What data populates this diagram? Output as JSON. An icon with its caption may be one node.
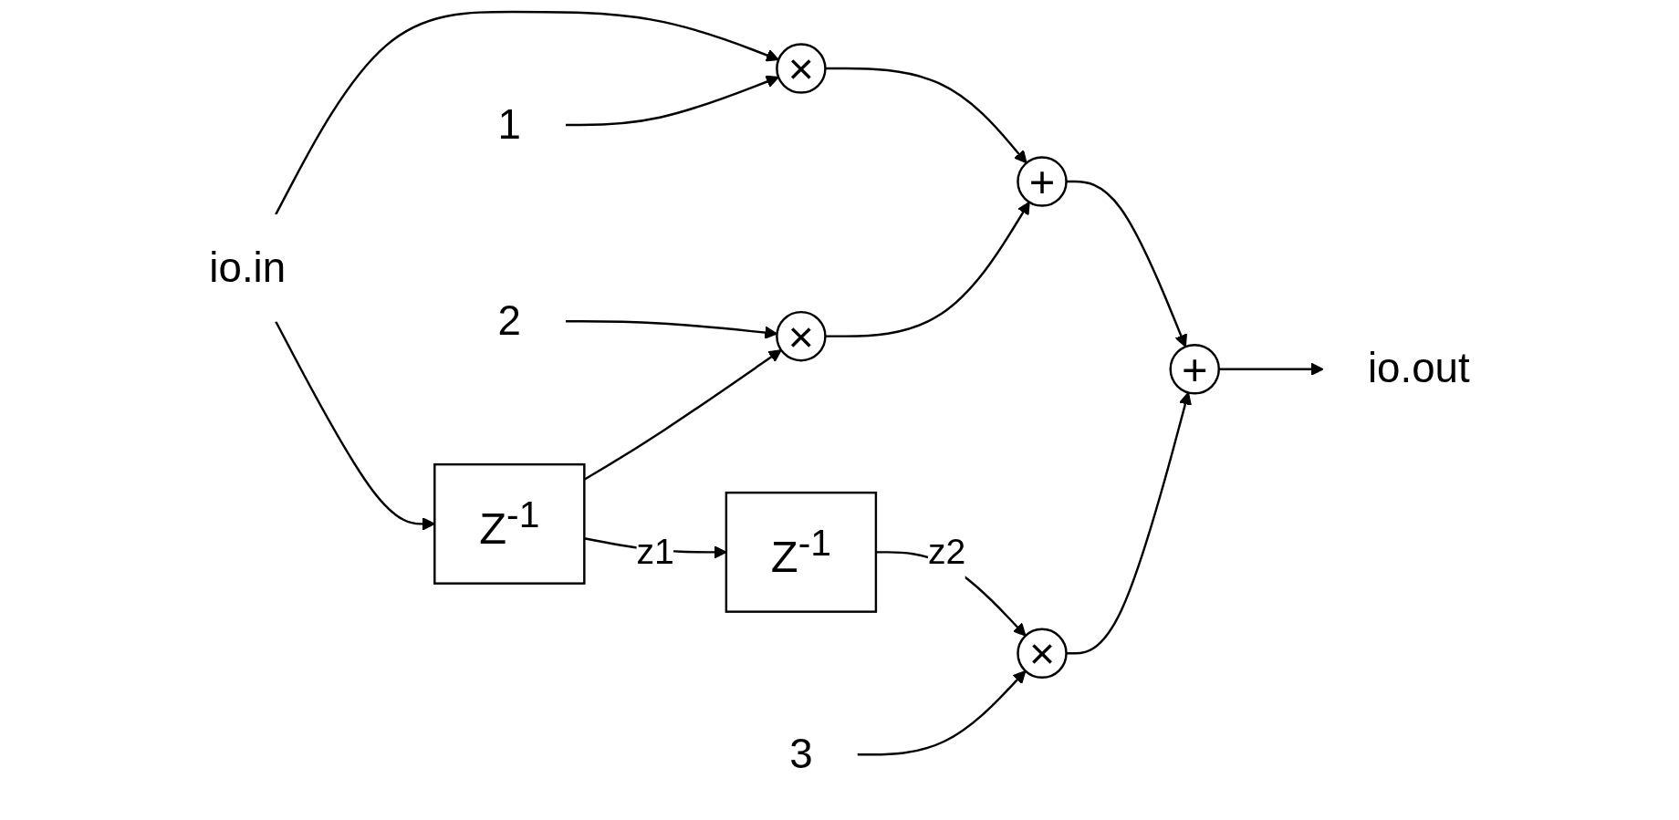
{
  "diagram": {
    "nodes": [
      {
        "text": [
          "io.in"
        ]
      },
      {
        "text": [
          "Z$^{-1}$"
        ]
      },
      {
        "text": [
          "Z$^{-1}$"
        ]
      },
      {
        "text": [
          "1"
        ]
      },
      {
        "text": [
          "×"
        ]
      },
      {
        "text": [
          "2"
        ]
      },
      {
        "text": [
          "×"
        ]
      },
      {
        "text": [
          "3"
        ]
      },
      {
        "text": [
          "×"
        ]
      },
      {
        "text": [
          "+"
        ]
      },
      {
        "text": [
          "+"
        ]
      },
      {
        "text": [
          "io.out"
        ]
      }
    ],
    "edges": [
      {
        "from": 0,
        "to": 1,
        "arrow": "to"
      },
      {
        "from": 0,
        "to": 4,
        "arrow": "to"
      },
      {
        "from": 1,
        "to": 2,
        "arrow": "to",
        "label": "z1"
      },
      {
        "from": 1,
        "to": 6,
        "arrow": "to"
      },
      {
        "from": 2,
        "to": 8,
        "arrow": "to",
        "label": "z2"
      },
      {
        "from": 3,
        "to": 4,
        "arrow": "to"
      },
      {
        "from": 5,
        "to": 6,
        "arrow": "to"
      },
      {
        "from": 7,
        "to": 8,
        "arrow": "to"
      },
      {
        "from": 4,
        "to": 9,
        "arrow": "to"
      },
      {
        "from": 6,
        "to": 9,
        "arrow": "to"
      },
      {
        "from": 9,
        "to": 10,
        "arrow": "to"
      },
      {
        "from": 8,
        "to": 10,
        "arrow": "to"
      },
      {
        "from": 10,
        "to": 11,
        "arrow": "to"
      }
    ]
  }
}
